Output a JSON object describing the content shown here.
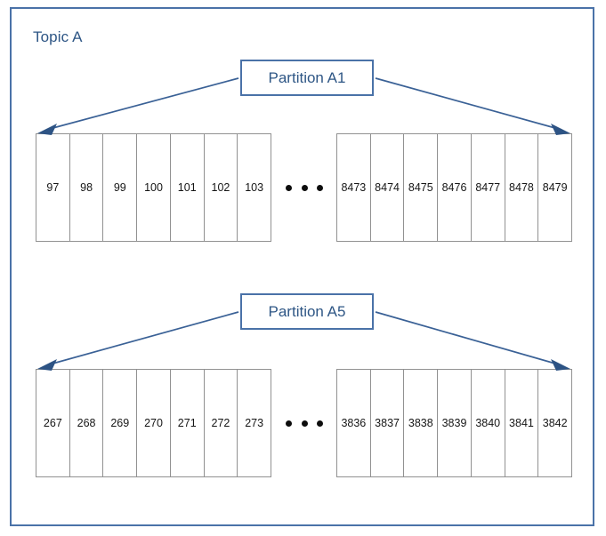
{
  "diagram": {
    "type": "kafka-topic-partition-segments",
    "topic": {
      "title": "Topic A",
      "border_color": "#4A72A8",
      "title_color": "#2E5685"
    },
    "ellipsis_symbol": "• • •",
    "partitions": [
      {
        "label": "Partition A1",
        "left_group": {
          "offsets": [
            "97",
            "98",
            "99",
            "100",
            "101",
            "102",
            "103"
          ]
        },
        "right_group": {
          "offsets": [
            "8473",
            "8474",
            "8475",
            "8476",
            "8477",
            "8478",
            "8479"
          ]
        },
        "arrows": [
          {
            "name": "arrow-to-left-group",
            "direction": "left-down"
          },
          {
            "name": "arrow-to-right-group",
            "direction": "right-down"
          }
        ]
      },
      {
        "label": "Partition A5",
        "left_group": {
          "offsets": [
            "267",
            "268",
            "269",
            "270",
            "271",
            "272",
            "273"
          ]
        },
        "right_group": {
          "offsets": [
            "3836",
            "3837",
            "3838",
            "3839",
            "3840",
            "3841",
            "3842"
          ]
        },
        "arrows": [
          {
            "name": "arrow-to-left-group",
            "direction": "left-down"
          },
          {
            "name": "arrow-to-right-group",
            "direction": "right-down"
          }
        ]
      }
    ],
    "colors": {
      "accent_blue": "#4A72A8",
      "label_text": "#2E5685",
      "cell_border": "#919191",
      "cell_text": "#161616",
      "dot": "#0d0d0d",
      "background": "#ffffff"
    }
  }
}
